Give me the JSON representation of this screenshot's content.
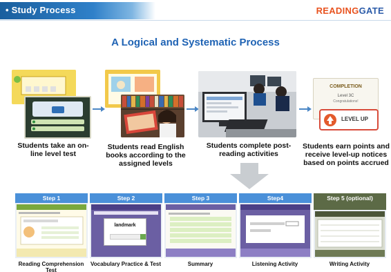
{
  "header": {
    "title": "Study Process",
    "logo_reading": "READING",
    "logo_gate": "GATE"
  },
  "main_title": "A Logical and Systematic Process",
  "process": [
    {
      "caption": "Students take an on-line level test"
    },
    {
      "caption": "Students read English books according to the assigned levels"
    },
    {
      "caption": "Students complete post-reading activities"
    },
    {
      "caption": "Students earn points and receive level-up notices based on points accrued"
    }
  ],
  "certificate": {
    "title": "COMPLETION",
    "level": "Level 3C",
    "sub": "Congratulations!",
    "badge": "LEVEL UP"
  },
  "steps": [
    {
      "head": "Step 1",
      "label": "Reading Comprehension Test"
    },
    {
      "head": "Step 2",
      "label": "Vocabulary Practice & Test",
      "card_word": "landmark"
    },
    {
      "head": "Step 3",
      "label": "Summary"
    },
    {
      "head": "Step4",
      "label": "Listening Activity"
    },
    {
      "head": "Step 5 (optional)",
      "label": "Writing Activity"
    }
  ],
  "colors": {
    "header_blue": "#1f63b4",
    "step_blue": "#4a90d9",
    "step5_olive": "#5c6a46",
    "arrow": "#4a86c5"
  }
}
